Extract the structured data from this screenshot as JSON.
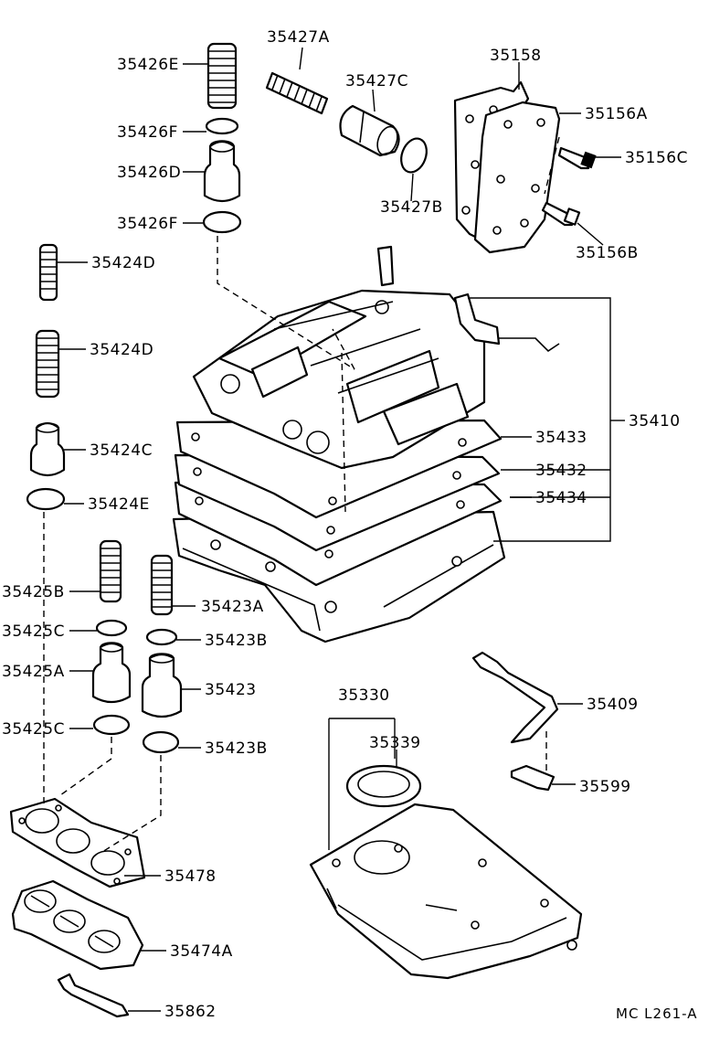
{
  "labels": {
    "p35426E": "35426E",
    "p35426F_a": "35426F",
    "p35426D": "35426D",
    "p35426F_b": "35426F",
    "p35424D_a": "35424D",
    "p35424D_b": "35424D",
    "p35424C": "35424C",
    "p35424E": "35424E",
    "p35425B": "35425B",
    "p35425C_a": "35425C",
    "p35425A": "35425A",
    "p35425C_b": "35425C",
    "p35423A": "35423A",
    "p35423B_a": "35423B",
    "p35423": "35423",
    "p35423B_b": "35423B",
    "p35427A": "35427A",
    "p35427C": "35427C",
    "p35427B": "35427B",
    "p35158": "35158",
    "p35156A": "35156A",
    "p35156C": "35156C",
    "p35156B": "35156B",
    "p35410": "35410",
    "p35433": "35433",
    "p35432": "35432",
    "p35434": "35434",
    "p35330": "35330",
    "p35339": "35339",
    "p35409": "35409",
    "p35599": "35599",
    "p35478": "35478",
    "p35474A": "35474A",
    "p35862": "35862"
  },
  "diagram_code": "MC L261-A"
}
